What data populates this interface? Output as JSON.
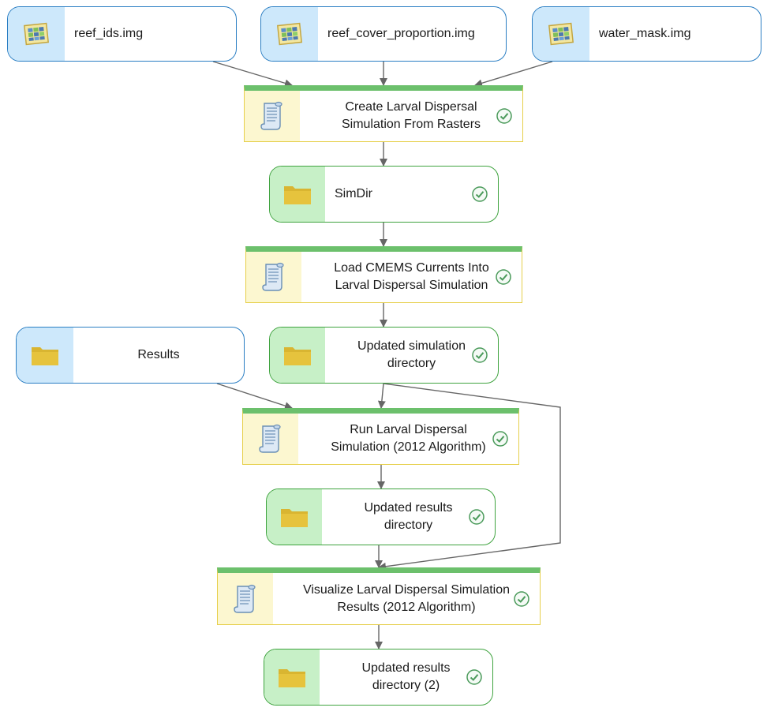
{
  "nodes": {
    "reef_ids": {
      "label": "reef_ids.img",
      "icon": "raster-icon"
    },
    "reef_cover": {
      "label": "reef_cover_proportion.img",
      "icon": "raster-icon"
    },
    "water_mask": {
      "label": "water_mask.img",
      "icon": "raster-icon"
    },
    "create_sim": {
      "line1": "Create Larval Dispersal",
      "line2": "Simulation From Rasters",
      "icon": "script-icon",
      "status": "check-icon"
    },
    "simdir": {
      "label": "SimDir",
      "icon": "folder-icon",
      "status": "check-icon"
    },
    "load_cmems": {
      "line1": "Load CMEMS Currents Into",
      "line2": "Larval Dispersal Simulation",
      "icon": "script-icon",
      "status": "check-icon"
    },
    "results": {
      "label": "Results",
      "icon": "folder-icon"
    },
    "updated_sim_dir": {
      "line1": "Updated simulation",
      "line2": "directory",
      "icon": "folder-icon",
      "status": "check-icon"
    },
    "run_sim": {
      "line1": "Run Larval Dispersal",
      "line2": "Simulation (2012 Algorithm)",
      "icon": "script-icon",
      "status": "check-icon"
    },
    "updated_results_dir": {
      "line1": "Updated results",
      "line2": "directory",
      "icon": "folder-icon",
      "status": "check-icon"
    },
    "visualize": {
      "line1": "Visualize Larval Dispersal Simulation",
      "line2": "Results (2012 Algorithm)",
      "icon": "script-icon",
      "status": "check-icon"
    },
    "updated_results_dir_2": {
      "line1": "Updated results",
      "line2": "directory (2)",
      "icon": "folder-icon",
      "status": "check-icon"
    }
  },
  "colors": {
    "input_border": "#2a7ec3",
    "input_fill": "#cde8fb",
    "tool_border": "#e6cf4a",
    "tool_band": "#6cc06c",
    "tool_fill": "#fcf7d0",
    "output_border": "#3fa33f",
    "output_fill": "#c7f0c7",
    "connector": "#666666",
    "check": "#4a9a5a"
  }
}
